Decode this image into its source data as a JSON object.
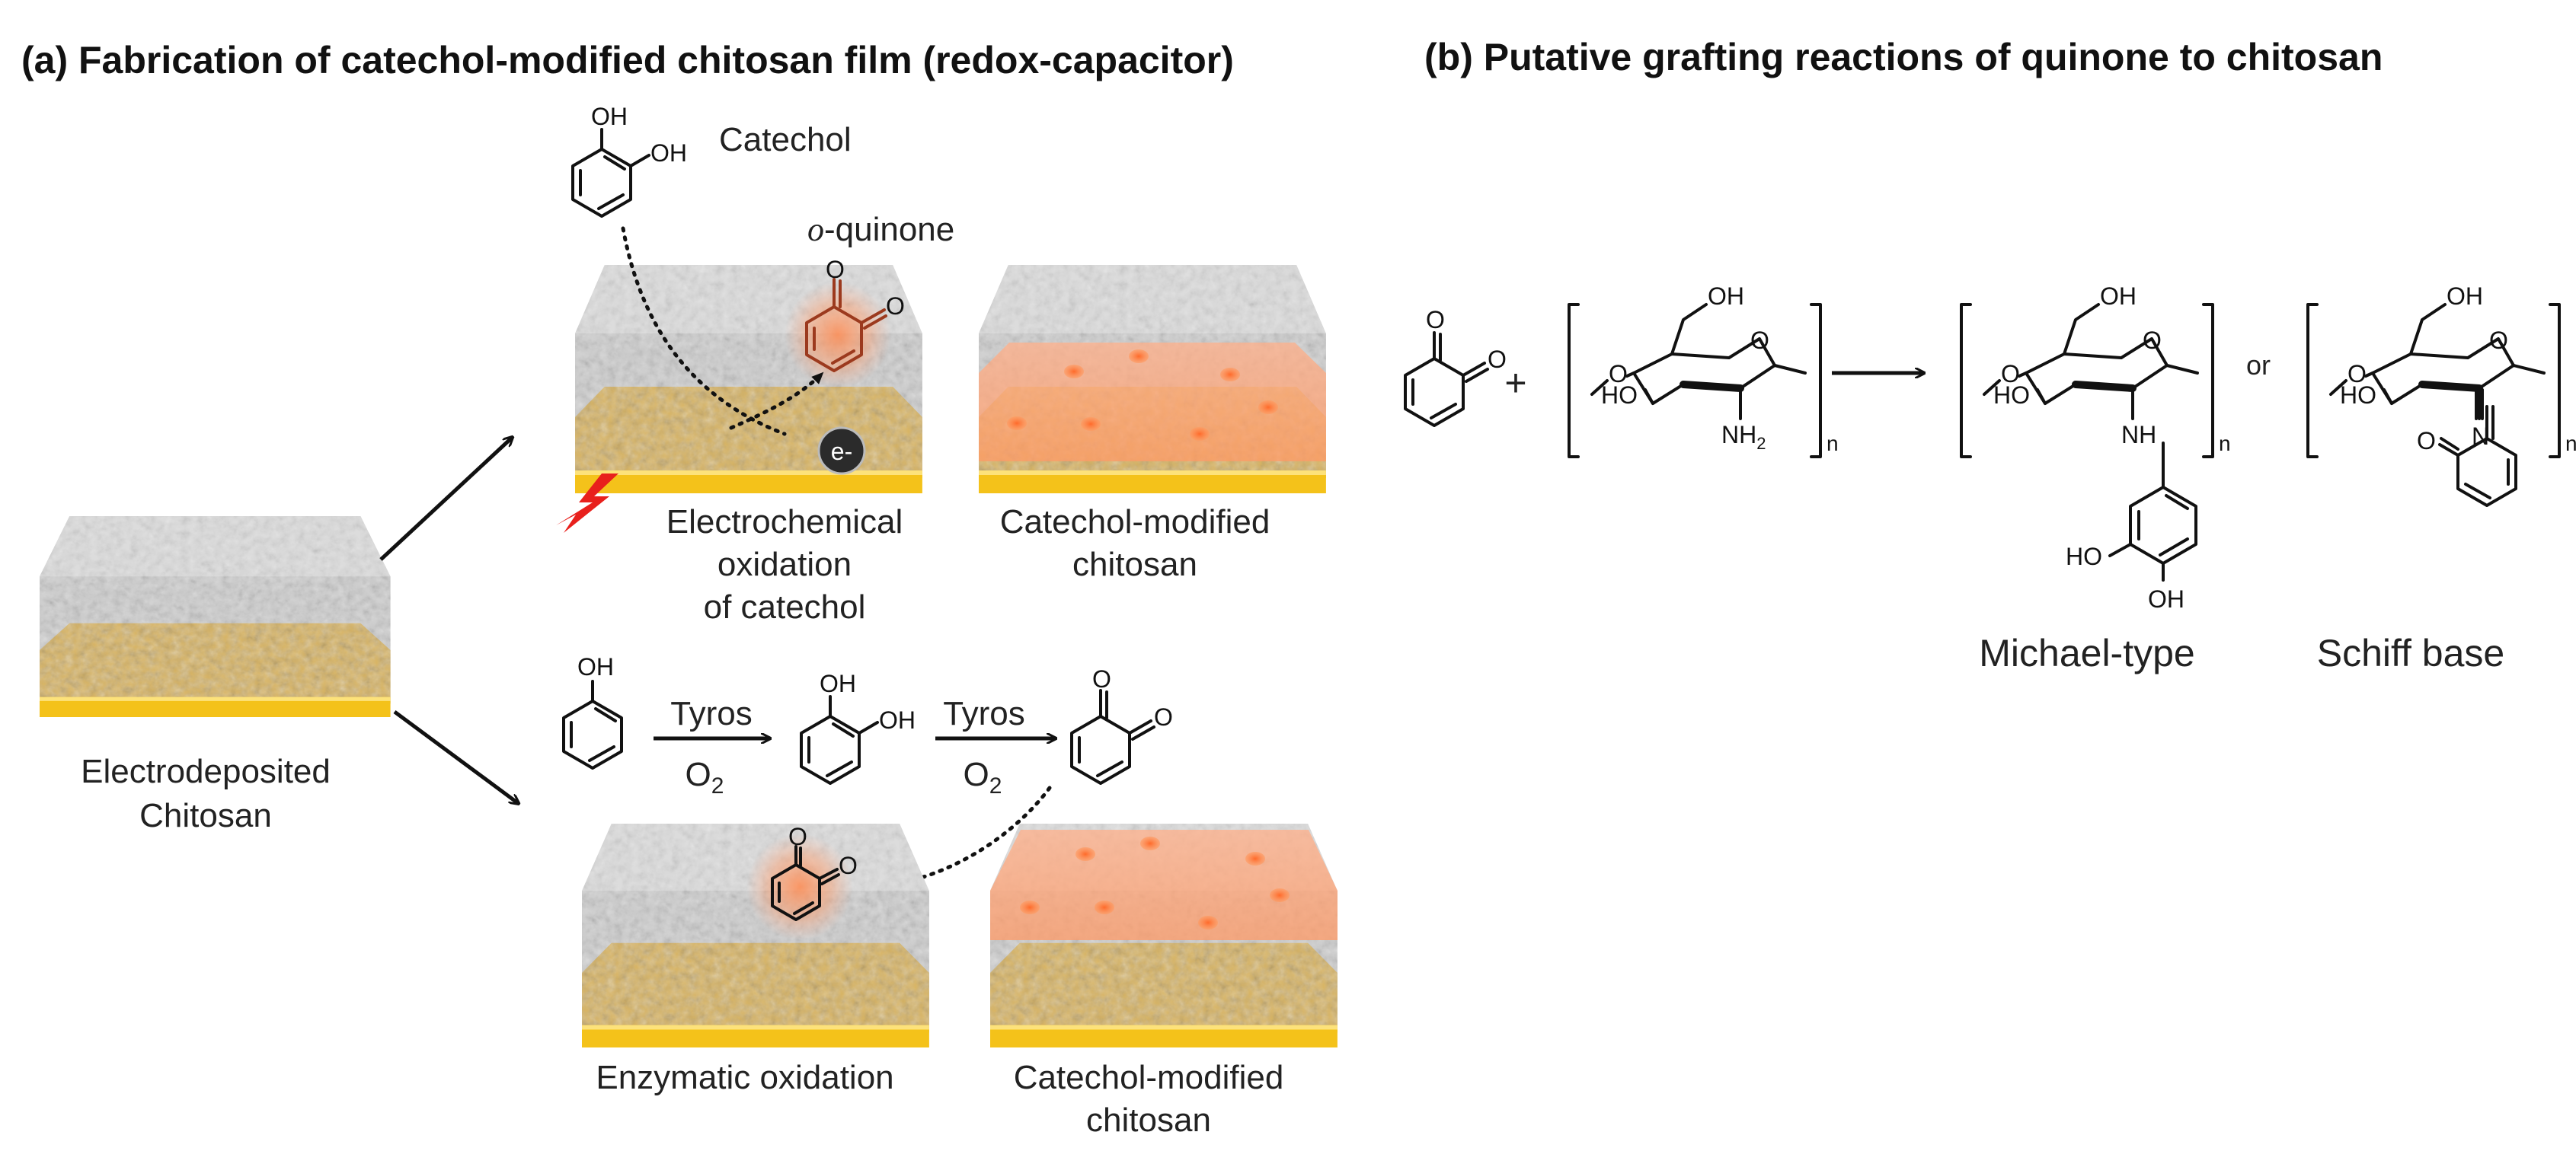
{
  "panel_a": {
    "title": "(a) Fabrication of catechol-modified chitosan  film (redox-capacitor)",
    "catechol_label": "Catechol",
    "oquinone_o": "o",
    "oquinone_rest": "-quinone",
    "electron_label": "e-",
    "electro_caption": [
      "Electrochemical",
      "oxidation",
      "of catechol"
    ],
    "catmod_caption_top": [
      "Catechol-modified",
      "chitosan"
    ],
    "electrodeposited_caption": [
      "Electrodeposited",
      "Chitosan"
    ],
    "tyros_1": "Tyros",
    "o2_1": "O",
    "tyros_2": "Tyros",
    "o2_2": "O",
    "o2_sub": "2",
    "enzymatic_caption": "Enzymatic oxidation",
    "catmod_caption_bottom": [
      "Catechol-modified",
      "chitosan"
    ]
  },
  "panel_b": {
    "title": "(b) Putative grafting reactions of quinone to chitosan",
    "plus": "+",
    "or": "or",
    "n_sub": "n",
    "michael_caption": "Michael-type",
    "schiff_caption": "Schiff base"
  },
  "atoms": {
    "OH": "OH",
    "O": "O",
    "HO": "HO",
    "NH2_N": "NH",
    "NH2_sub": "2",
    "NH": "NH",
    "N": "N"
  },
  "colors": {
    "gold": "#f4c21a",
    "gel_gray": "#cfcfcf",
    "gel_tan": "#d9b461",
    "quinone_glow": "#ff9a66",
    "spark_red": "#e8201c",
    "electron_bg": "#2b2b2b"
  }
}
